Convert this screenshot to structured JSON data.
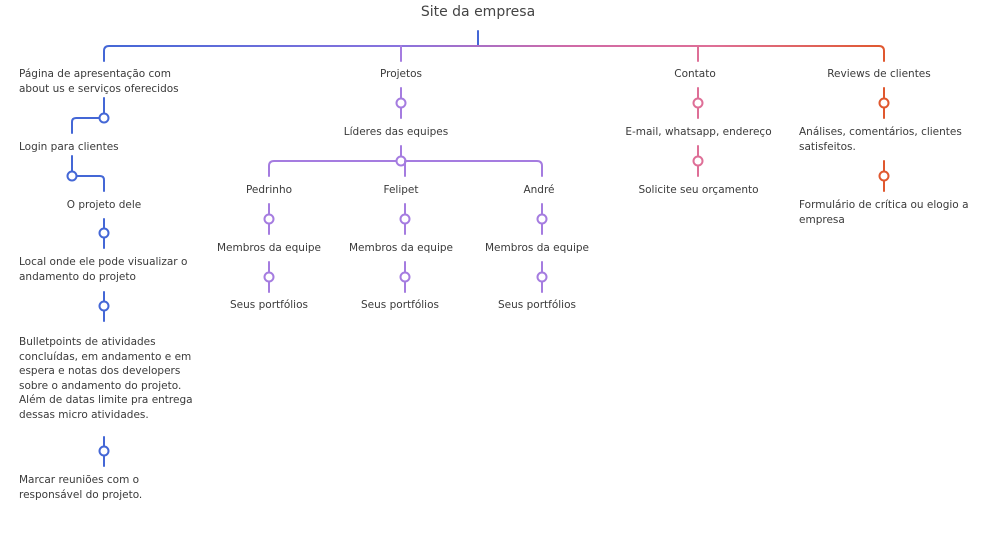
{
  "title": "Site da empresa",
  "colors": {
    "branch_1": "#4467d6",
    "branch_2": "#a57ce0",
    "branch_3": "#de6f97",
    "branch_4": "#e0582f"
  },
  "branches": {
    "b1": {
      "label": "Página de apresentação com\nabout us e serviços oferecidos",
      "children": [
        "Login para clientes",
        "O projeto dele",
        "Local onde ele pode visualizar o\nandamento do projeto",
        "Bulletpoints de atividades\nconcluídas, em andamento e em\nespera e notas dos developers\nsobre o andamento do projeto.\nAlém de datas limite pra entrega\ndessas micro atividades.",
        "Marcar reuniões com o\nresponsável  do projeto."
      ]
    },
    "b2": {
      "label": "Projetos",
      "leaders": "Líderes das equipes",
      "teams": [
        {
          "name": "Pedrinho",
          "members": "Membros da equipe",
          "portfolios": "Seus portfólios"
        },
        {
          "name": "Felipet",
          "members": "Membros da equipe",
          "portfolios": "Seus portfólios"
        },
        {
          "name": "André",
          "members": "Membros da equipe",
          "portfolios": "Seus portfólios"
        }
      ]
    },
    "b3": {
      "label": "Contato",
      "children": [
        "E-mail, whatsapp, endereço",
        "Solicite seu orçamento"
      ]
    },
    "b4": {
      "label": "Reviews de clientes",
      "children": [
        "Análises, comentários, clientes\nsatisfeitos.",
        "Formulário de crítica ou elogio a\nempresa"
      ]
    }
  }
}
